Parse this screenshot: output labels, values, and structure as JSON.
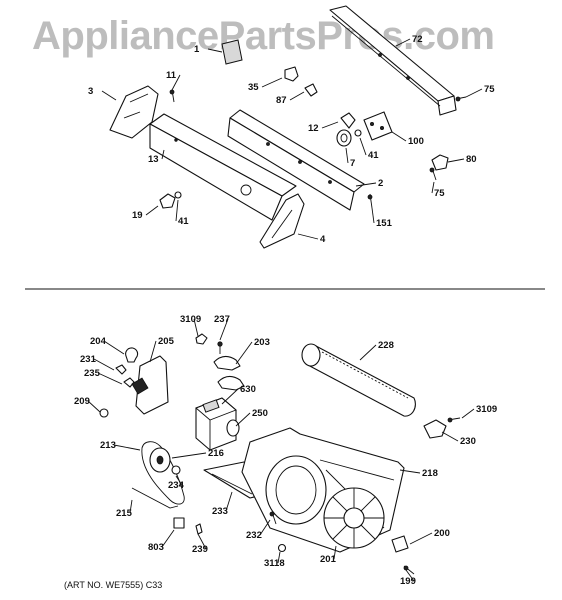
{
  "watermark": "AppliancePartsPros.com",
  "art_number": "(ART NO. WE7555)  C33",
  "upper_callouts": [
    "1",
    "72",
    "75",
    "3",
    "11",
    "35",
    "87",
    "12",
    "7",
    "41",
    "100",
    "80",
    "75",
    "13",
    "2",
    "151",
    "19",
    "41",
    "4"
  ],
  "lower_callouts": [
    "3109",
    "237",
    "203",
    "204",
    "205",
    "228",
    "231",
    "235",
    "630",
    "209",
    "250",
    "3109",
    "213",
    "216",
    "230",
    "234",
    "218",
    "215",
    "233",
    "200",
    "232",
    "803",
    "239",
    "201",
    "3118",
    "199"
  ]
}
